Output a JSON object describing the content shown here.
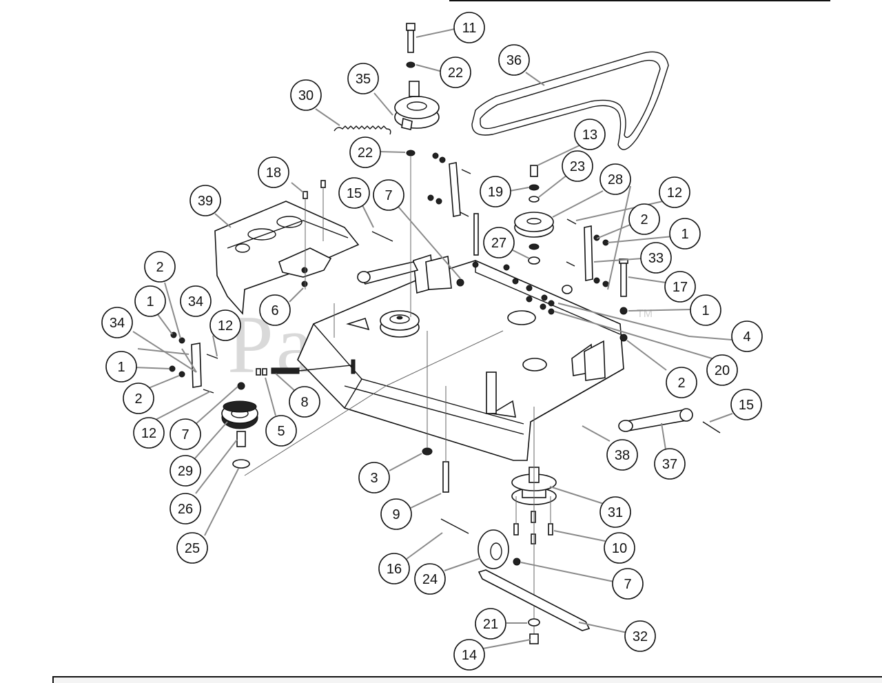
{
  "watermark": {
    "text": "PartsTree",
    "tm": "TM"
  },
  "callouts": [
    "11",
    "22",
    "36",
    "35",
    "30",
    "22",
    "13",
    "23",
    "28",
    "19",
    "12",
    "18",
    "15",
    "7",
    "2",
    "39",
    "1",
    "27",
    "33",
    "17",
    "2",
    "1",
    "34",
    "12",
    "6",
    "1",
    "4",
    "20",
    "34",
    "1",
    "2",
    "8",
    "12",
    "2",
    "5",
    "7",
    "15",
    "29",
    "38",
    "37",
    "3",
    "26",
    "31",
    "9",
    "25",
    "10",
    "16",
    "24",
    "7",
    "21",
    "32",
    "14"
  ]
}
